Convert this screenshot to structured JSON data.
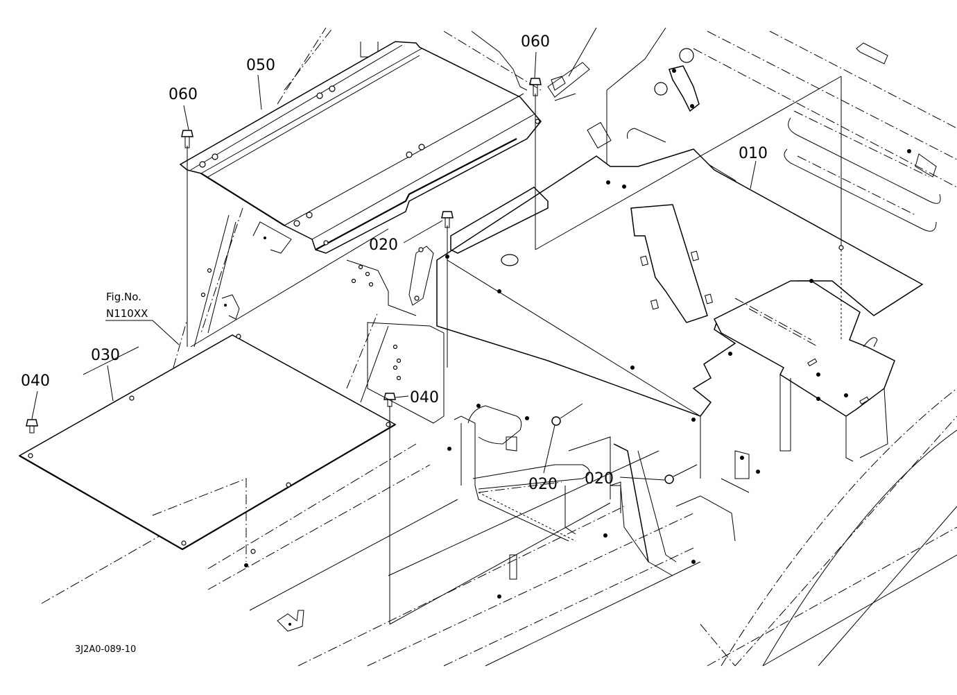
{
  "diagram": {
    "type": "exploded-parts-diagram",
    "drawing_code": "3J2A0-089-10",
    "figure_reference": {
      "label": "Fig.No.",
      "number": "N110XX"
    },
    "part_callouts": [
      {
        "id": "callout-010",
        "label": "010",
        "part": "floor-plate"
      },
      {
        "id": "callout-020a",
        "label": "020",
        "part": "bolt"
      },
      {
        "id": "callout-020b",
        "label": "020",
        "part": "bolt"
      },
      {
        "id": "callout-020c",
        "label": "020",
        "part": "bolt"
      },
      {
        "id": "callout-030",
        "label": "030",
        "part": "cover-plate"
      },
      {
        "id": "callout-040a",
        "label": "040",
        "part": "bolt"
      },
      {
        "id": "callout-040b",
        "label": "040",
        "part": "bolt"
      },
      {
        "id": "callout-050",
        "label": "050",
        "part": "top-cover"
      },
      {
        "id": "callout-060a",
        "label": "060",
        "part": "bolt"
      },
      {
        "id": "callout-060b",
        "label": "060",
        "part": "bolt"
      }
    ]
  }
}
